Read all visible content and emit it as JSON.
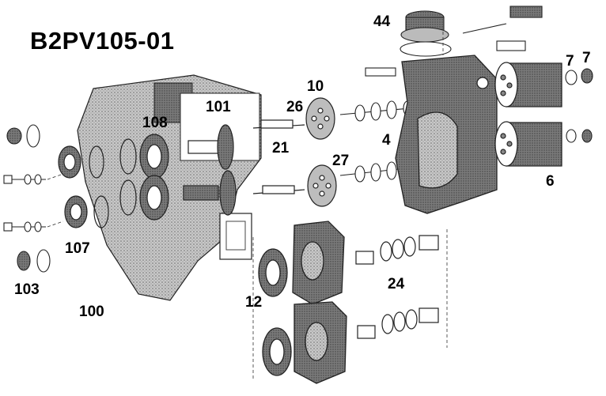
{
  "diagram": {
    "title": "B2PV105-01",
    "part_labels": [
      "44",
      "7",
      "7",
      "10",
      "101",
      "26",
      "108",
      "21",
      "4",
      "27",
      "6",
      "107",
      "103",
      "100",
      "12",
      "24"
    ]
  },
  "colors": {
    "ink": "#111111",
    "shade": "#8c8c8c",
    "paper": "#ffffff"
  }
}
